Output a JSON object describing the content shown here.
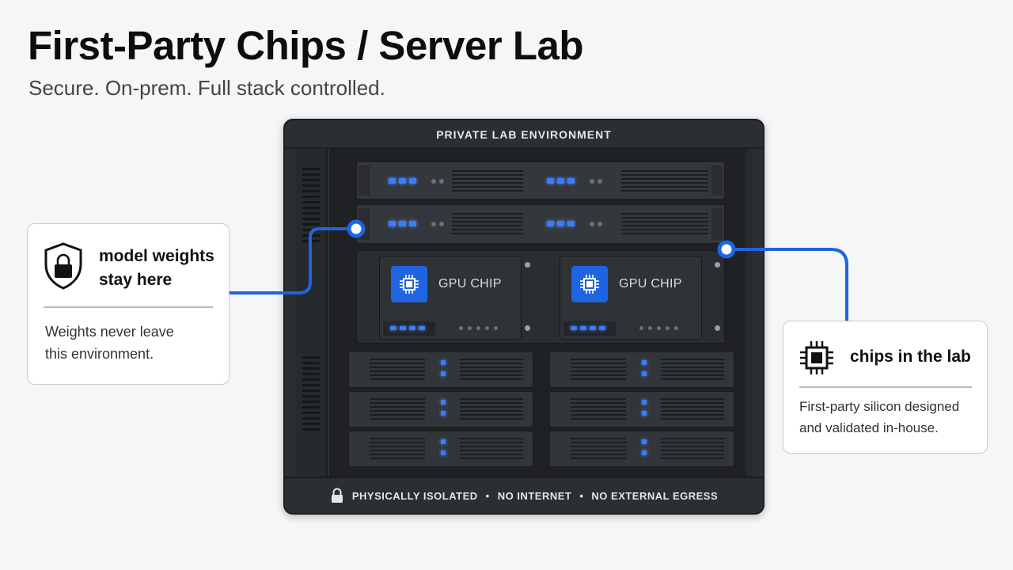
{
  "header": {
    "title": "First-Party Chips / Server Lab",
    "subtitle": "Secure. On-prem. Full stack controlled."
  },
  "rack": {
    "header_label": "PRIVATE LAB ENVIRONMENT",
    "gpu_chips": [
      {
        "label": "GPU CHIP"
      },
      {
        "label": "GPU CHIP"
      }
    ],
    "footer": {
      "items": [
        "PHYSICALLY ISOLATED",
        "NO INTERNET",
        "NO EXTERNAL EGRESS"
      ],
      "separator": "•"
    }
  },
  "callouts": {
    "left": {
      "icon": "shield-lock-icon",
      "title_line1": "model weights",
      "title_line2": "stay here",
      "body_line1": "Weights never leave",
      "body_line2": "this environment."
    },
    "right": {
      "icon": "chip-icon",
      "title": "chips in the lab",
      "body_line1": "First-party silicon designed",
      "body_line2": "and validated in-house."
    }
  },
  "colors": {
    "accent": "#1f64e0",
    "led": "#3b7cff",
    "rack": "#2b2e33",
    "background": "#f5f6f7"
  }
}
